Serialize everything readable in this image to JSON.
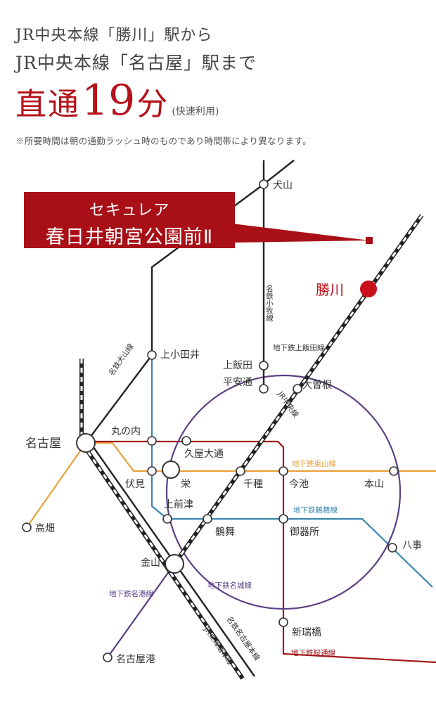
{
  "header": {
    "line1": "JR中央本線「勝川」駅から",
    "line2": "JR中央本線「名古屋」駅まで",
    "direct": "直通",
    "minutes": "19",
    "unit": "分",
    "note_paren": "(快速利用)",
    "note": "※所要時間は朝の通勤ラッシュ時のものであり時間帯により異なります。"
  },
  "banner": {
    "line1": "セキュレア",
    "line2": "春日井朝宮公園前Ⅱ"
  },
  "stations": {
    "inuyama": "犬山",
    "kachigawa": "勝川",
    "kamiotai": "上小田井",
    "kamiiida": "上飯田",
    "heiandori": "平安通",
    "ozone": "大曽根",
    "nagoya": "名古屋",
    "marunouchi": "丸の内",
    "hisaya": "久屋大通",
    "fushimi": "伏見",
    "sakae": "栄",
    "chikusa": "千種",
    "imaike": "今池",
    "motoyama": "本山",
    "kamimaezu": "上前津",
    "tsurumai": "鶴舞",
    "gokiso": "御器所",
    "takabata": "高畑",
    "yagoto": "八事",
    "kanayama": "金山",
    "shinmizuhashi": "新瑞橋",
    "nagoyako": "名古屋港"
  },
  "lines": {
    "meitetsu_komaki": "名鉄小牧線",
    "subway_kamiiida": "地下鉄上飯田線",
    "jr_chuo": "JR中央線",
    "meitetsu_inuyama": "名鉄犬山線",
    "higashiyama": "地下鉄東山線",
    "tsurumai_line": "地下鉄鶴舞線",
    "meijo": "地下鉄名城線",
    "meiko": "地下鉄名港線",
    "sakuradori": "地下鉄桜通線",
    "meitetsu_nagoya": "名鉄名古屋本線",
    "jr_tokaido": "JR東海道本線"
  },
  "colors": {
    "accent_red": "#b5121b",
    "higashiyama": "#e8a13a",
    "tsurumai": "#3a86b0",
    "meijo": "#5a3f86",
    "sakuradori": "#a3161d",
    "rail_black": "#222222"
  }
}
